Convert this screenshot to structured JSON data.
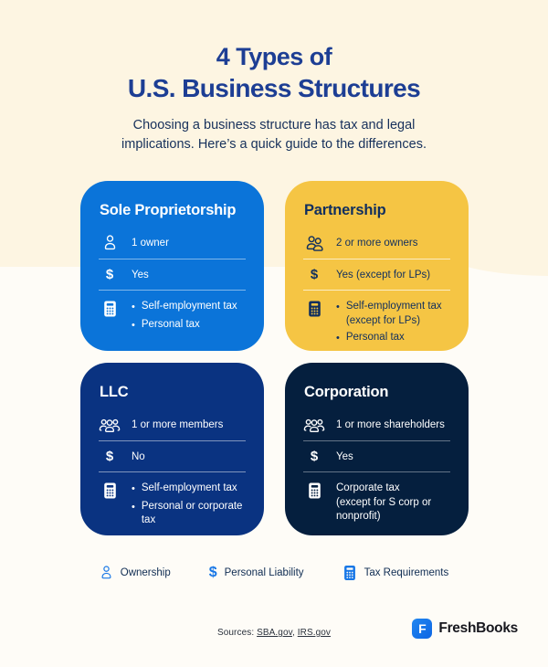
{
  "header": {
    "title_line1": "4 Types of",
    "title_line2": "U.S. Business Structures",
    "subtitle_line1": "Choosing a business structure has tax and legal",
    "subtitle_line2": "implications. Here’s a quick guide to the differences."
  },
  "cards": [
    {
      "id": "sole-proprietorship",
      "title": "Sole Proprietorship",
      "theme": "blue",
      "ownership_icon": "person-icon",
      "ownership": "1 owner",
      "liability": "Yes",
      "tax_bullets": true,
      "tax_items": [
        [
          "Self-employment tax"
        ],
        [
          "Personal tax"
        ]
      ]
    },
    {
      "id": "partnership",
      "title": "Partnership",
      "theme": "yellow",
      "ownership_icon": "people-2-icon",
      "ownership": "2 or more owners",
      "liability": "Yes (except for LPs)",
      "tax_bullets": true,
      "tax_items": [
        [
          "Self-employment tax",
          "(except for LPs)"
        ],
        [
          "Personal tax"
        ]
      ]
    },
    {
      "id": "llc",
      "title": "LLC",
      "theme": "royal",
      "ownership_icon": "people-3-icon",
      "ownership": "1 or more members",
      "liability": "No",
      "tax_bullets": true,
      "tax_items": [
        [
          "Self-employment tax"
        ],
        [
          "Personal or corporate tax"
        ]
      ]
    },
    {
      "id": "corporation",
      "title": "Corporation",
      "theme": "navy",
      "ownership_icon": "people-3-icon",
      "ownership": "1 or more shareholders",
      "liability": "Yes",
      "tax_bullets": false,
      "tax_items": [
        [
          "Corporate tax",
          "(except for S corp or nonprofit)"
        ]
      ]
    }
  ],
  "legend": [
    {
      "icon": "person-icon",
      "label": "Ownership"
    },
    {
      "icon": "dollar-icon",
      "label": "Personal Liability"
    },
    {
      "icon": "calculator-icon",
      "label": "Tax Requirements"
    }
  ],
  "footer": {
    "sources_prefix": "Sources: ",
    "source_links": [
      {
        "label": "SBA.gov"
      },
      {
        "label": "IRS.gov"
      }
    ],
    "sources_separator": ", ",
    "brand_letter": "F",
    "brand_name": "FreshBooks"
  },
  "colors": {
    "cream_band": "#fdf5e2",
    "page_background": "#fefcf7",
    "heading_navy": "#1d3e94",
    "card_blue": "#0b74d9",
    "card_yellow": "#f5c544",
    "card_royal_blue": "#0a3381",
    "card_dark_navy": "#051f3e",
    "yellow_card_text": "#112f5e",
    "legend_icon_blue": "#1877e6",
    "brand_logo_blue": "#0d66e4"
  }
}
